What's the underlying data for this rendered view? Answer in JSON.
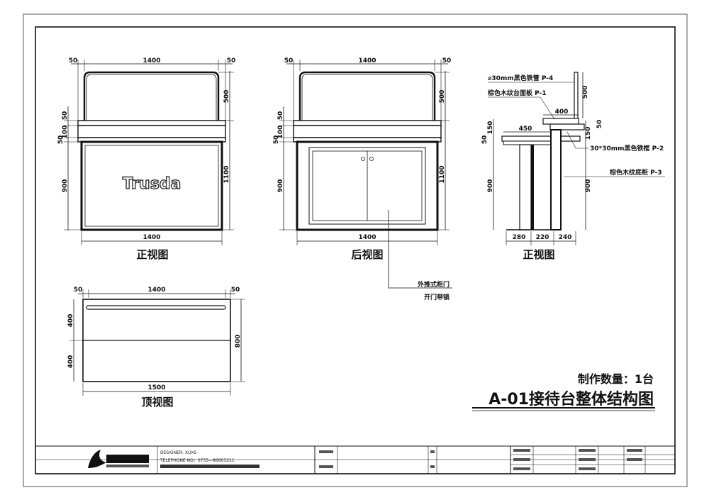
{
  "front": {
    "top_w": "1400",
    "left_gap": "50",
    "right_gap": "50",
    "frame_h": "500",
    "h50": "50",
    "h100": "100",
    "h50b": "50",
    "h900": "900",
    "h1100": "1100",
    "bottom_w": "1400",
    "logo": "Trusda",
    "label": "正视图"
  },
  "back": {
    "top_w": "1400",
    "left_gap": "50",
    "right_gap": "50",
    "frame_h": "500",
    "h50": "50",
    "h100": "100",
    "h50b": "50",
    "h900": "900",
    "h1100": "1100",
    "bottom_w": "1400",
    "label": "后视图",
    "door_note_1": "外推式柜门",
    "door_note_2": "开门带锁"
  },
  "side": {
    "callout_p4": "⌀30mm黑色铁管 P-4",
    "callout_p1": "棕色木纹台面板 P-1",
    "callout_p2": "30*30mm黑色铁框 P-2",
    "callout_p3": "棕色木纹底柜 P-3",
    "d500": "500",
    "d400": "400",
    "d450": "450",
    "d150a": "150",
    "d150b": "150",
    "d50a": "50",
    "d50b": "50",
    "d900a": "900",
    "d900b": "900",
    "d280": "280",
    "d220": "220",
    "d240": "240",
    "label": "正视图"
  },
  "top": {
    "w1400": "1400",
    "left_gap": "50",
    "right_gap": "50",
    "h400a": "400",
    "h400b": "400",
    "d800": "800",
    "w1500": "1500",
    "label": "顶视图"
  },
  "quantity": "制作数量：1台",
  "title": "A-01接待台整体结构图",
  "titleblock": {
    "designer": "DESIGNER: XUXS",
    "telephone": "TELEPHONE  NO：0755—86603211"
  }
}
